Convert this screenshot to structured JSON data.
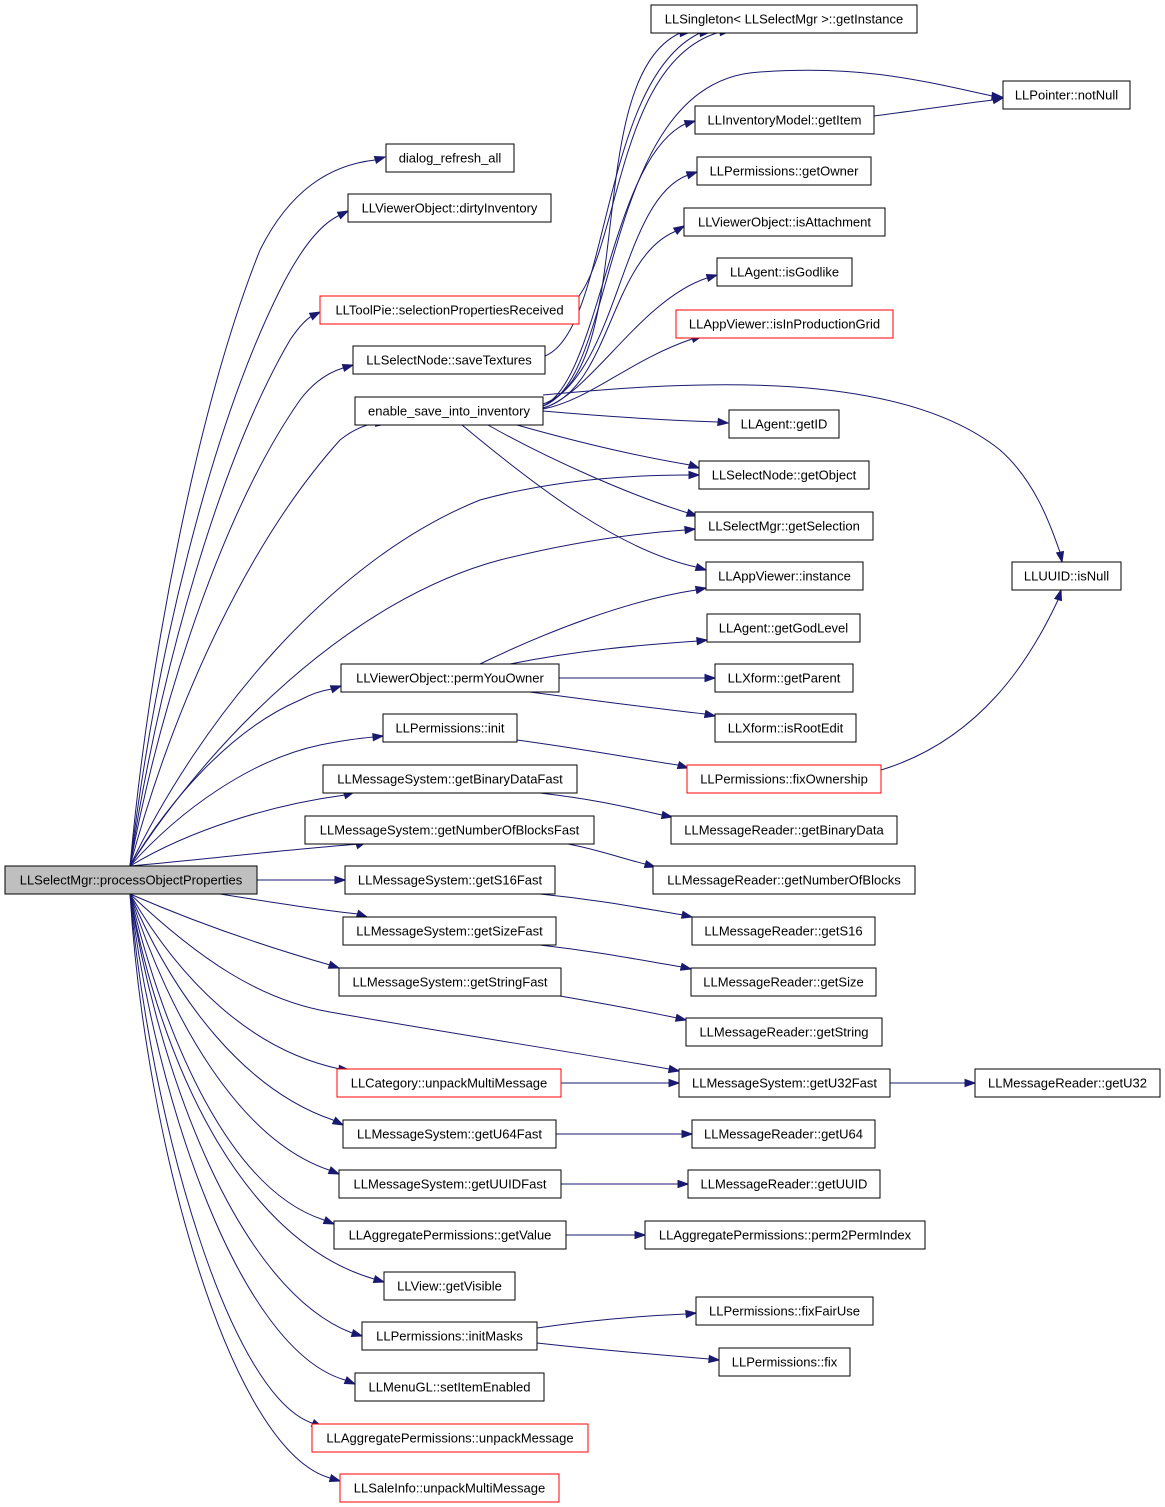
{
  "colors": {
    "edge": "#191970",
    "border": "#000000",
    "link_border": "#ff0000",
    "root_fill": "#bfbfbf"
  },
  "nodes": {
    "root": "LLSelectMgr::processObjectProperties",
    "singleton": "LLSingleton< LLSelectMgr >::getInstance",
    "pointer_notnull": "LLPointer::notNull",
    "inv_getitem": "LLInventoryModel::getItem",
    "dialog_refresh": "dialog_refresh_all",
    "perm_getowner": "LLPermissions::getOwner",
    "vo_dirtyinv": "LLViewerObject::dirtyInventory",
    "vo_isattach": "LLViewerObject::isAttachment",
    "agent_isgod": "LLAgent::isGodlike",
    "toolpie": "LLToolPie::selectionPropertiesReceived",
    "app_isprod": "LLAppViewer::isInProductionGrid",
    "savetex": "LLSelectNode::saveTextures",
    "enable_save": "enable_save_into_inventory",
    "agent_getid": "LLAgent::getID",
    "sn_getobject": "LLSelectNode::getObject",
    "sm_getsel": "LLSelectMgr::getSelection",
    "app_instance": "LLAppViewer::instance",
    "uuid_isnull": "LLUUID::isNull",
    "agent_godlevel": "LLAgent::getGodLevel",
    "vo_permyou": "LLViewerObject::permYouOwner",
    "xf_getparent": "LLXform::getParent",
    "perm_init": "LLPermissions::init",
    "xf_isroot": "LLXform::isRootEdit",
    "ms_getbin": "LLMessageSystem::getBinaryDataFast",
    "perm_fixown": "LLPermissions::fixOwnership",
    "ms_getnum": "LLMessageSystem::getNumberOfBlocksFast",
    "mr_getbin": "LLMessageReader::getBinaryData",
    "ms_gets16": "LLMessageSystem::getS16Fast",
    "mr_getnum": "LLMessageReader::getNumberOfBlocks",
    "ms_getsize": "LLMessageSystem::getSizeFast",
    "mr_gets16": "LLMessageReader::getS16",
    "ms_getstr": "LLMessageSystem::getStringFast",
    "mr_getsize": "LLMessageReader::getSize",
    "mr_getstr": "LLMessageReader::getString",
    "cat_unpack": "LLCategory::unpackMultiMessage",
    "ms_getu32": "LLMessageSystem::getU32Fast",
    "mr_getu32": "LLMessageReader::getU32",
    "ms_getu64": "LLMessageSystem::getU64Fast",
    "mr_getu64": "LLMessageReader::getU64",
    "ms_getuuid": "LLMessageSystem::getUUIDFast",
    "mr_getuuid": "LLMessageReader::getUUID",
    "ap_getvalue": "LLAggregatePermissions::getValue",
    "ap_perm2": "LLAggregatePermissions::perm2PermIndex",
    "view_getvis": "LLView::getVisible",
    "perm_fixfair": "LLPermissions::fixFairUse",
    "perm_initmasks": "LLPermissions::initMasks",
    "perm_fix": "LLPermissions::fix",
    "menu_setenabled": "LLMenuGL::setItemEnabled",
    "ap_unpack": "LLAggregatePermissions::unpackMessage",
    "sale_unpack": "LLSaleInfo::unpackMultiMessage"
  }
}
